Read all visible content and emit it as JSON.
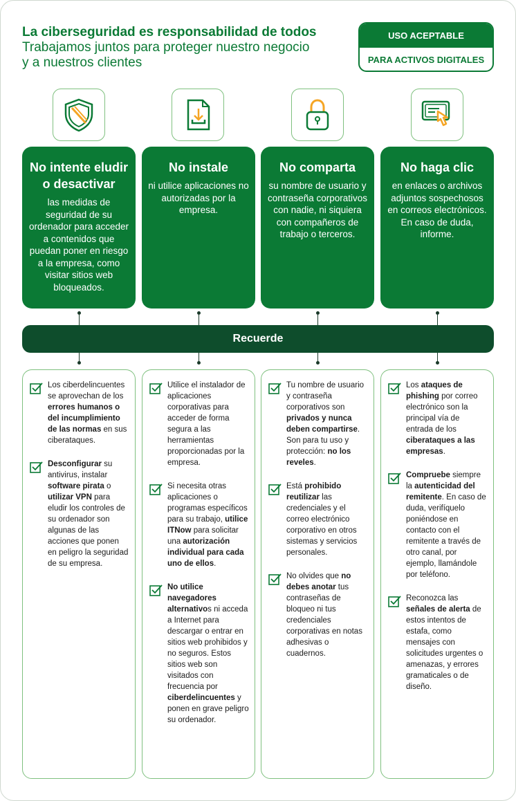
{
  "header": {
    "title": "La ciberseguridad es responsabilidad de todos",
    "subtitle_line1": "Trabajamos juntos para proteger nuestro negocio",
    "subtitle_line2": "y a nuestros clientes"
  },
  "badge": {
    "top": "USO ACEPTABLE",
    "bottom": "PARA ACTIVOS DIGITALES"
  },
  "icons": [
    "shield-slash-icon",
    "download-document-icon",
    "padlock-icon",
    "card-click-icon"
  ],
  "colors": {
    "green": "#0b7a35",
    "dark_green": "#0e4d2c",
    "orange": "#f5a524",
    "light_green": "#7fc07f"
  },
  "cards": [
    {
      "title": "No intente eludir o desactivar",
      "text": "las medidas de seguridad de su ordenador para acceder a contenidos que puedan poner en riesgo a la empresa, como visitar sitios web bloqueados."
    },
    {
      "title": "No instale",
      "text": "ni utilice aplicaciones no autorizadas por la empresa."
    },
    {
      "title": "No comparta",
      "text": "su nombre de usuario y contraseña corporativos con nadie, ni siquiera con compañeros de trabajo o terceros."
    },
    {
      "title": "No haga clic",
      "text": "en enlaces o archivos adjuntos sospechosos en correos electrónicos. En caso de duda, informe."
    }
  ],
  "remember": "Recuerde",
  "panels": [
    {
      "items": [
        {
          "p1": "Los ciberdelincuentes se aprovechan de los ",
          "b1": "errores humanos o del incumplimiento de las normas",
          "p2": " en sus ciberataques.",
          "b2": "",
          "p3": "",
          "b3": "",
          "p4": ""
        },
        {
          "p1": "",
          "b1": "Desconfigurar",
          "p2": " su antivirus, instalar ",
          "b2": "software pirata",
          "p3": " o ",
          "b3": "utilizar VPN",
          "p4": " para eludir los controles de su ordenador son algunas de las acciones que ponen en peligro la seguridad de su empresa."
        }
      ]
    },
    {
      "items": [
        {
          "p1": "Utilice el instalador de aplicaciones corporativas para acceder de forma segura a las herramientas proporcionadas por la empresa.",
          "b1": "",
          "p2": "",
          "b2": "",
          "p3": "",
          "b3": "",
          "p4": ""
        },
        {
          "p1": "Si necesita otras aplicaciones o programas específicos para su trabajo, ",
          "b1": "utilice ITNow",
          "p2": " para solicitar una ",
          "b2": "autorización individual para cada uno de ellos",
          "p3": ".",
          "b3": "",
          "p4": ""
        },
        {
          "p1": "",
          "b1": "No utilice navegadores alternativo",
          "p2": "s ni acceda a Internet para descargar o entrar en sitios web prohibidos y no seguros. Estos sitios web son visitados con frecuencia por ",
          "b2": "ciberdelincuentes",
          "p3": " y ponen en grave peligro su ordenador.",
          "b3": "",
          "p4": ""
        }
      ]
    },
    {
      "items": [
        {
          "p1": "Tu nombre de usuario y contraseña corporativos son ",
          "b1": "privados y nunca deben compartirse",
          "p2": ". Son para tu uso y protección: ",
          "b2": "no los reveles",
          "p3": ".",
          "b3": "",
          "p4": ""
        },
        {
          "p1": "Está ",
          "b1": "prohibido reutilizar",
          "p2": " las credenciales y el correo electrónico corporativo en otros sistemas y servicios personales.",
          "b2": "",
          "p3": "",
          "b3": "",
          "p4": ""
        },
        {
          "p1": "No olvides que ",
          "b1": "no debes anotar",
          "p2": " tus contraseñas de bloqueo ni tus credenciales corporativas en notas adhesivas o cuadernos.",
          "b2": "",
          "p3": "",
          "b3": "",
          "p4": ""
        }
      ]
    },
    {
      "items": [
        {
          "p1": "Los ",
          "b1": "ataques de phishing",
          "p2": " por correo electrónico son la principal vía de entrada de los ",
          "b2": "ciberataques a las empresas",
          "p3": ".",
          "b3": "",
          "p4": ""
        },
        {
          "p1": "",
          "b1": "Compruebe",
          "p2": " siempre la ",
          "b2": "autenticidad del remitente",
          "p3": ". En caso de duda, verifíquelo poniéndose en contacto con el remitente a través de otro canal, por ejemplo, llamándole por teléfono.",
          "b3": "",
          "p4": ""
        },
        {
          "p1": "Reconozca las ",
          "b1": "señales de alerta",
          "p2": " de estos intentos de estafa, como mensajes con solicitudes urgentes o amenazas, y errores gramaticales o de diseño.",
          "b2": "",
          "p3": "",
          "b3": "",
          "p4": ""
        }
      ]
    }
  ]
}
